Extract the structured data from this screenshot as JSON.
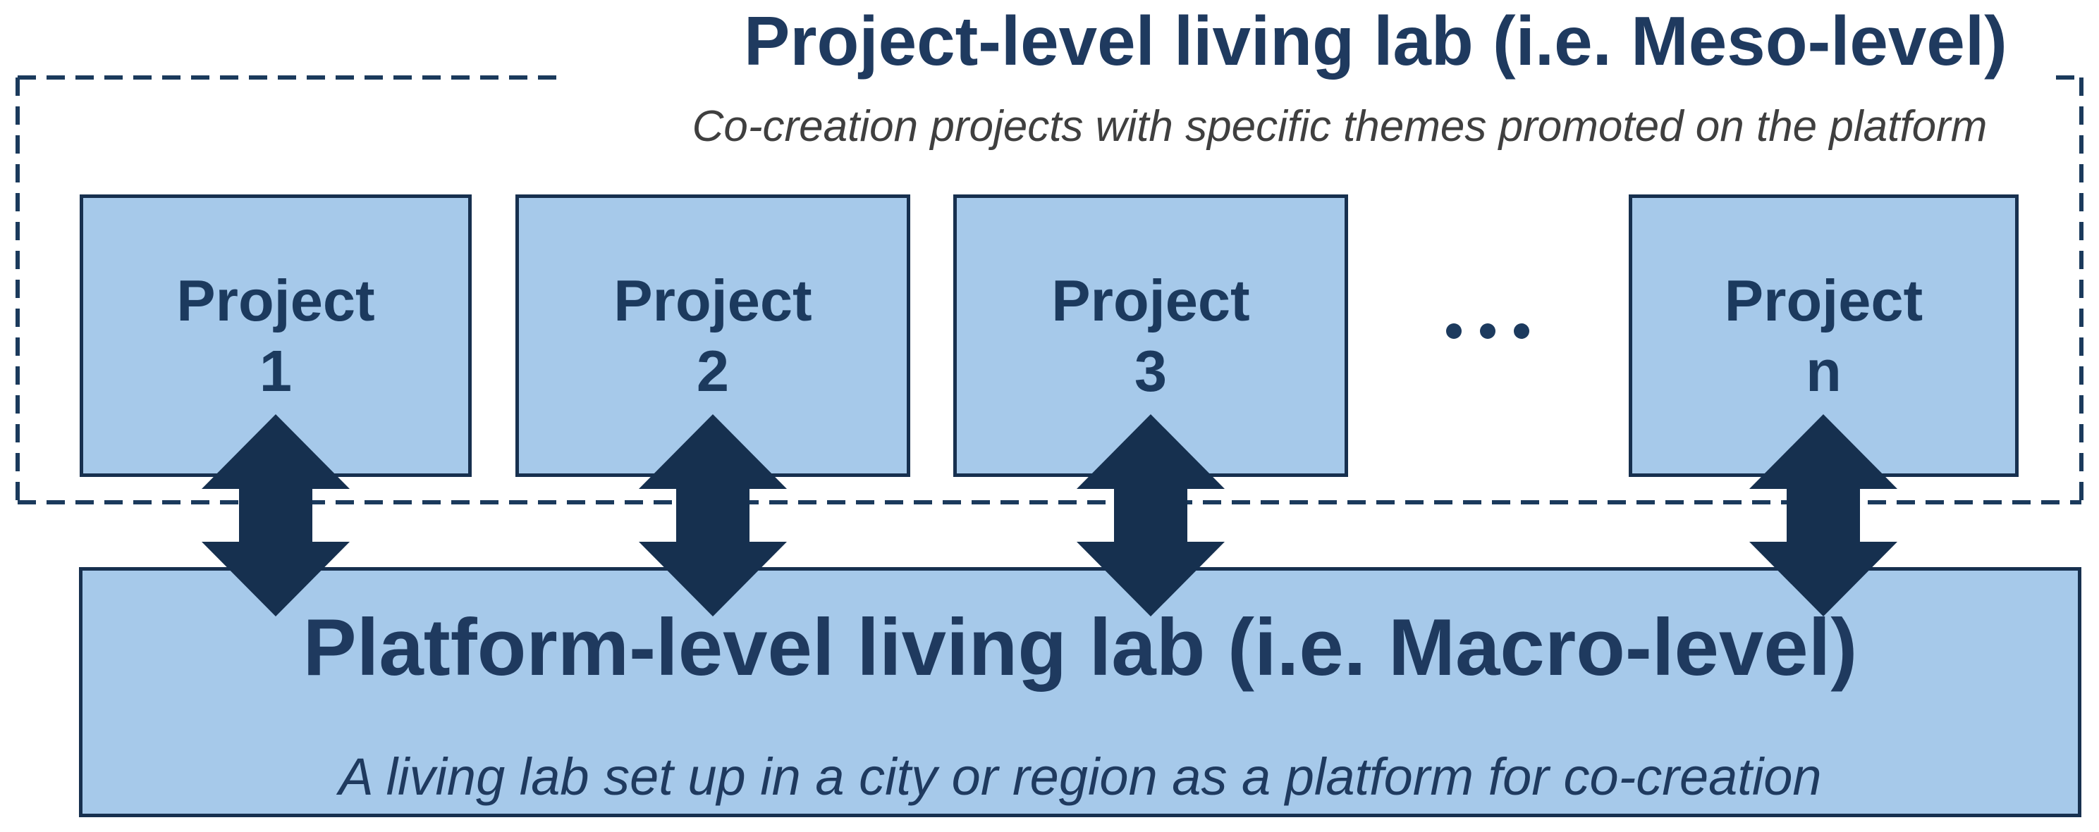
{
  "meso": {
    "title": "Project-level living lab (i.e. Meso-level)",
    "subtitle": "Co-creation projects with specific themes promoted on the platform"
  },
  "projects": [
    {
      "label": "Project",
      "number": "1"
    },
    {
      "label": "Project",
      "number": "2"
    },
    {
      "label": "Project",
      "number": "3"
    },
    {
      "label": "Project",
      "number": "n"
    }
  ],
  "ellipsis": "...",
  "macro": {
    "title": "Platform-level living lab (i.e. Macro-level)",
    "subtitle": "A living lab set up in a city or region as a platform for co-creation"
  },
  "colors": {
    "navy-text": "#1F3A5F",
    "label-navy": "#1C3A5E",
    "arrow-navy": "#16304F",
    "border-navy": "#17304F",
    "dash-navy": "#1B3A5C",
    "box-fill": "#A6C9EA",
    "subtitle-gray": "#3F3F3F",
    "background": "#FFFFFF"
  }
}
